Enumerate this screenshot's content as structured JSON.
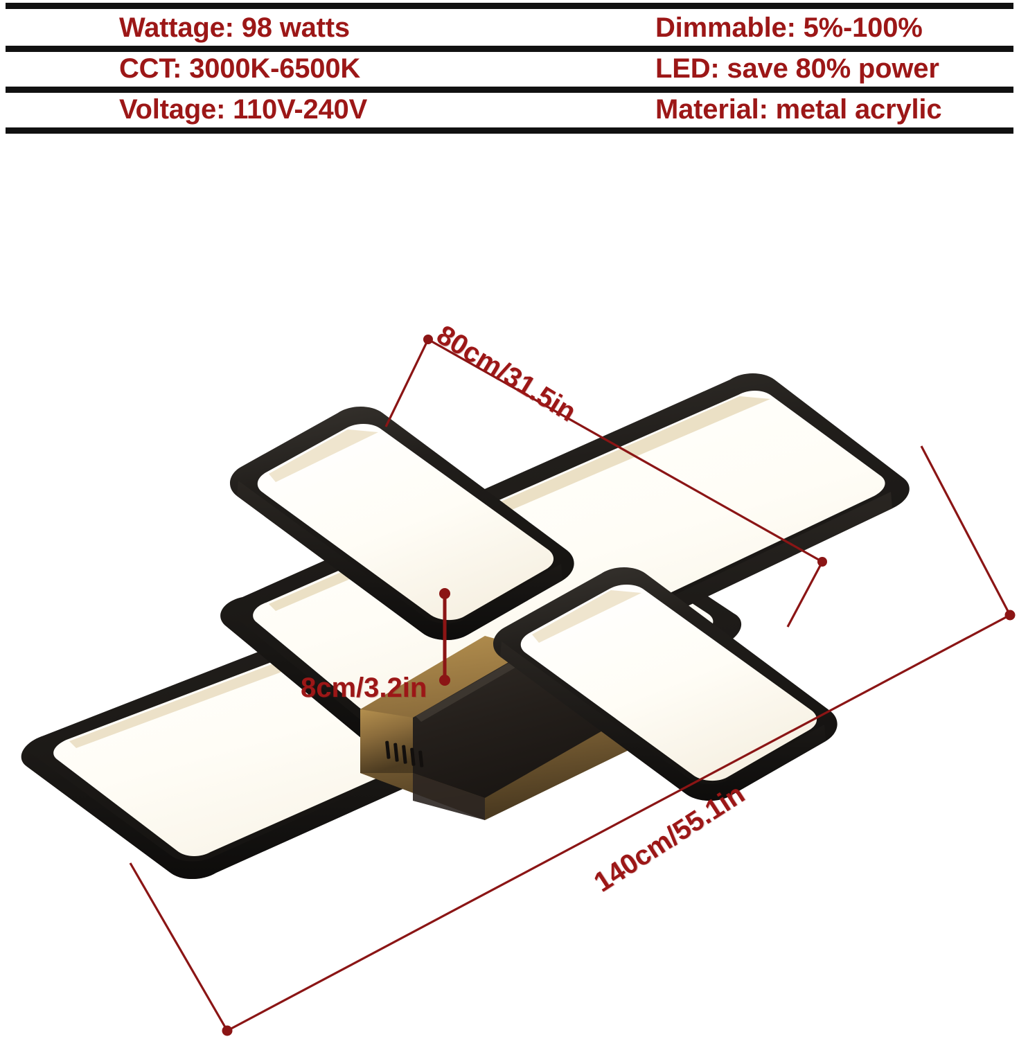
{
  "spec_table": {
    "rows": [
      {
        "left": "Wattage: 98 watts",
        "right": "Dimmable: 5%-100%"
      },
      {
        "left": "CCT: 3000K-6500K",
        "right": "LED: save 80% power"
      },
      {
        "left": "Voltage: 110V-240V",
        "right": "Material: metal acrylic"
      }
    ]
  },
  "product": {
    "type": "LED ceiling light fixture",
    "description": "Four rounded rectangular illuminated frames crossed in a plus/cross arrangement over a central rectangular driver housing with ventilation slots",
    "frame_color": "#1c1a18",
    "light_panel_color": "#fdfbf5",
    "housing_color": "#3a3430"
  },
  "dimensions": {
    "accent_color": "#8B1515",
    "width_label": "80cm/31.5in",
    "height_label": "8cm/3.2in",
    "length_label": "140cm/55.1in"
  }
}
